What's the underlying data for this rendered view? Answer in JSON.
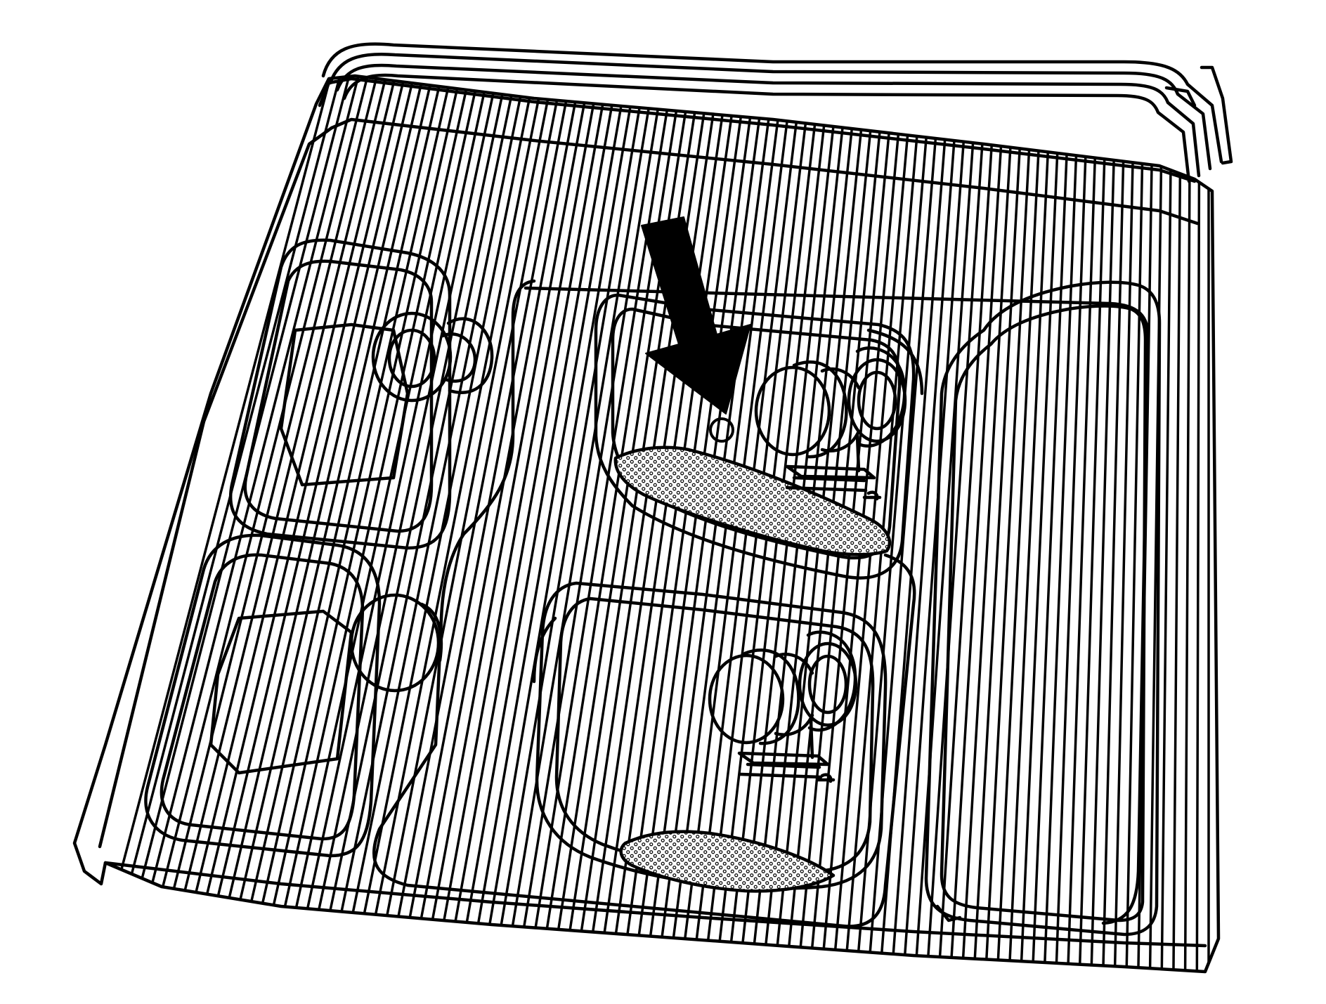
{
  "diagram": {
    "subject": "headlamp-assembly",
    "line_color": "#000000",
    "background_color": "#ffffff",
    "callouts": [
      {
        "name": "arrow-pointer",
        "target": "reference-hole"
      }
    ]
  }
}
